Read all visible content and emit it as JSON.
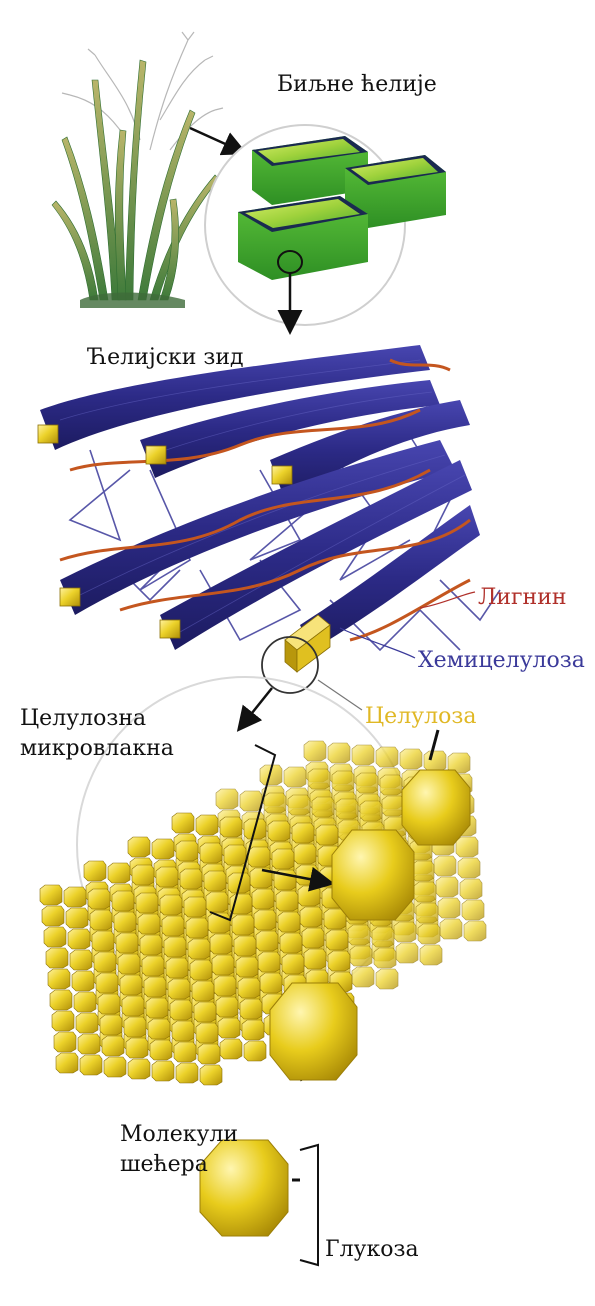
{
  "labels": {
    "plant_cells": "Биљне ћелије",
    "cell_wall": "Ћелијски зид",
    "lignin": "Лигнин",
    "hemicellulose": "Хемицелулоза",
    "cellulose": "Целулоза",
    "microfibril_line1": "Целулозна",
    "microfibril_line2": "микровлакна",
    "sugar_line1": "Молекули",
    "sugar_line2": "шећера",
    "glucose": "Глукоза"
  },
  "colors": {
    "lignin": "#b0302a",
    "hemicellulose": "#3b3a9a",
    "cellulose": "#e0b825",
    "cell_green": "#45b035",
    "fibre_blue": "#2c2a86",
    "lignin_strand": "#c4561f",
    "sugar_yellow": "#e8cc1c",
    "text": "#111111"
  }
}
